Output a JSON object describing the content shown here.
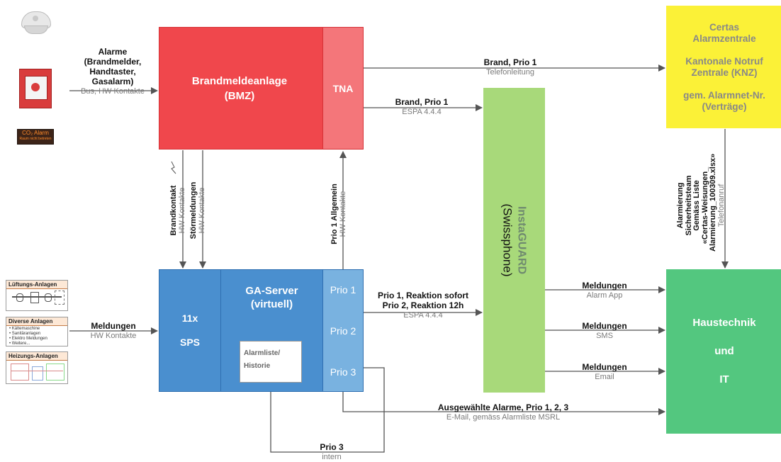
{
  "nodes": {
    "bmz": "Brandmeldeanlage\n(BMZ)",
    "tna": "TNA",
    "certas": "Certas\nAlarmzentrale\n\nKantonale Notruf\nZentrale (KNZ)\n\ngem. Alarmnet-Nr.\n(Verträge)",
    "instaguard_line1": "InstaGUARD",
    "instaguard_line2": "(Swissphone)",
    "sps": "11x\n\nSPS",
    "ga_server": "GA-Server\n(virtuell)",
    "alarmliste": "Alarmliste/\nHistorie",
    "prio1": "Prio 1",
    "prio2": "Prio 2",
    "prio3": "Prio 3",
    "haustechnik": "Haustechnik\n\nund\n\nIT"
  },
  "devices": {
    "co2_alarm": "CO₂ Alarm",
    "co2_sub": "Raum nicht betreten"
  },
  "panels": {
    "lueftung": "Lüftungs-Anlagen",
    "diverse": "Diverse Anlagen",
    "diverse_items": "• Kältemaschine\n• Sanitäranlagen\n• Elektro Meldungen\n• Weitere...",
    "heizung": "Heizungs-Anlagen"
  },
  "edges": {
    "alarme_main": "Alarme\n(Brandmelder,\nHandtaster,\nGasalarm)",
    "alarme_sub": "Bus, HW Kontakte",
    "brand_tel_main": "Brand, Prio 1",
    "brand_tel_sub": "Telefonleitung",
    "brand_espa_main": "Brand, Prio 1",
    "brand_espa_sub": "ESPA 4.4.4",
    "brandkontakt_main": "Brandkontakt",
    "brandkontakt_sub": "HW Kontakte",
    "stoer_main": "Störmeldungen",
    "stoer_sub": "HW Kontakte",
    "prio1_allg_main": "Prio 1 Allgemein",
    "prio1_allg_sub": "HW Kontakte",
    "reaktion_main": "Prio 1, Reaktion sofort\nPrio 2, Reaktion 12h",
    "reaktion_sub": "ESPA 4.4.4",
    "meldungen_in_main": "Meldungen",
    "meldungen_in_sub": "HW Kontakte",
    "alarm_app_main": "Meldungen",
    "alarm_app_sub": "Alarm App",
    "sms_main": "Meldungen",
    "sms_sub": "SMS",
    "email_main": "Meldungen",
    "email_sub": "Email",
    "ausgewaehlt_main": "Ausgewählte Alarme, Prio 1, 2, 3",
    "ausgewaehlt_sub": "E-Mail, gemäss Alarmliste MSRL",
    "prio3_intern_main": "Prio 3",
    "prio3_intern_sub": "intern",
    "alarmierung_main": "Alarmierung\nSicherheitsteam\nGemäss Liste\n«Certas-Weisungen_\nAlarmierung_100309.xlsx»",
    "alarmierung_sub": "Telefonanruf"
  },
  "colors": {
    "bmz": "#f0474c",
    "tna": "#f4767a",
    "certas": "#fbf137",
    "instaguard": "#a8d97a",
    "server": "#4a8fcf",
    "prio": "#79b2e0",
    "haustechnik": "#53c77f",
    "arrow": "#555555"
  }
}
